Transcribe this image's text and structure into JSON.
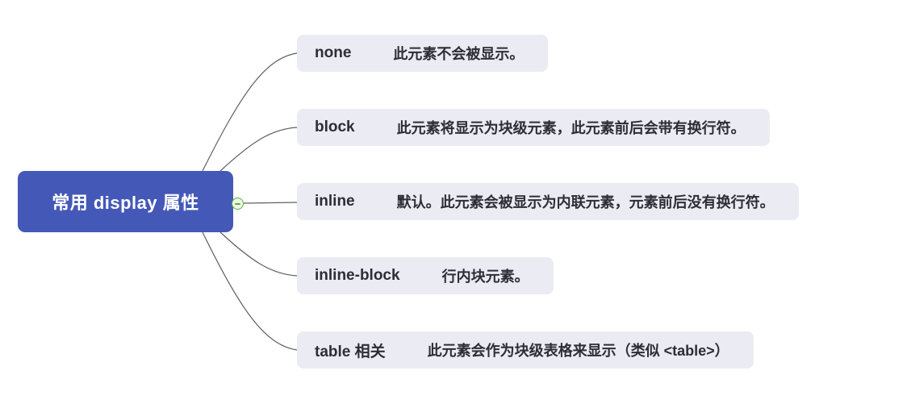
{
  "root": {
    "label": "常用 display 属性"
  },
  "toggle": {
    "icon": "minus-icon",
    "state": "expanded"
  },
  "branches": [
    {
      "keyword": "none",
      "description": "此元素不会被显示。"
    },
    {
      "keyword": "block",
      "description": "此元素将显示为块级元素，此元素前后会带有换行符。"
    },
    {
      "keyword": "inline",
      "description": "默认。此元素会被显示为内联元素，元素前后没有换行符。"
    },
    {
      "keyword": "inline-block",
      "description": "行内块元素。"
    },
    {
      "keyword": "table 相关",
      "description": "此元素会作为块级表格来显示（类似 <table>）"
    }
  ],
  "colors": {
    "root_bg": "#4458b8",
    "root_text": "#ffffff",
    "branch_bg": "#ebecf3",
    "branch_text": "#2c2d36",
    "connector": "#5f5f63",
    "toggle_green": "#5fae38",
    "toggle_fill": "#eef7e6",
    "canvas_bg": "#ffffff"
  }
}
